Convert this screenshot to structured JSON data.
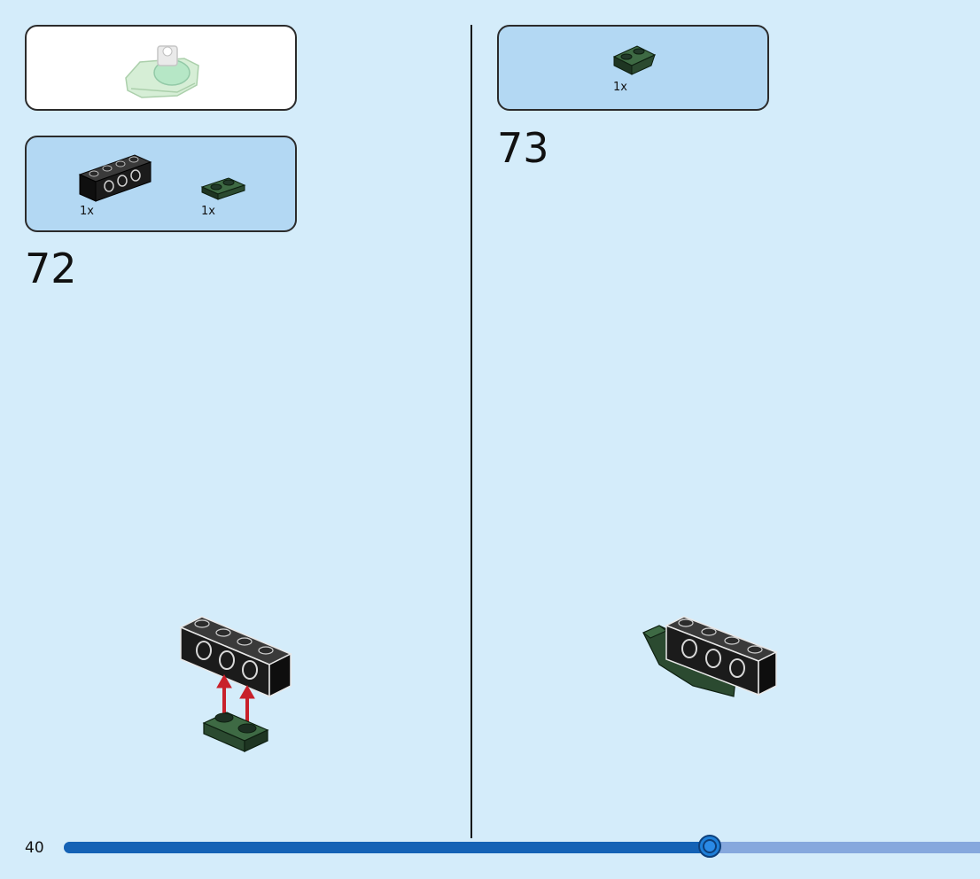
{
  "page": {
    "number": "40",
    "progress": 0.705
  },
  "steps": [
    {
      "number": "72",
      "parts": [
        {
          "qty": "1x",
          "icon": "black-technic-brick-1x4-icon"
        },
        {
          "qty": "1x",
          "icon": "dark-green-plate-1x2-icon"
        }
      ]
    },
    {
      "number": "73",
      "parts": [
        {
          "qty": "1x",
          "icon": "dark-green-inverted-slope-icon"
        }
      ]
    }
  ],
  "colors": {
    "background": "#d4ecfa",
    "parts_box": "#b3d8f3",
    "brick_black": "#1b1b1b",
    "plate_green": "#2b4a30",
    "arrow_red": "#c8202a",
    "progress_fill": "#1462b5",
    "progress_track": "#86a8dd"
  }
}
